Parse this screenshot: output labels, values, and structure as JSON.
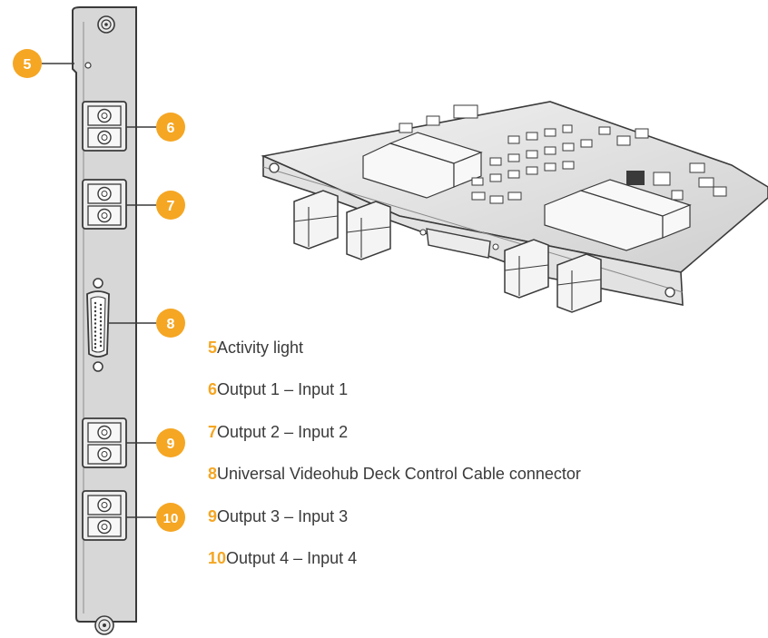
{
  "colors": {
    "accent": "#f5a623",
    "panel_fill": "#d9d9d9",
    "panel_stroke": "#3a3a3a",
    "text": "#3a3a3a"
  },
  "callouts": [
    {
      "number": "5",
      "label": "Activity light"
    },
    {
      "number": "6",
      "label": "Output 1 – Input 1"
    },
    {
      "number": "7",
      "label": "Output 2 – Input 2"
    },
    {
      "number": "8",
      "label": "Universal Videohub Deck Control Cable connector"
    },
    {
      "number": "9",
      "label": "Output 3 – Input 3"
    },
    {
      "number": "10",
      "label": "Output 4 – Input 4"
    }
  ]
}
